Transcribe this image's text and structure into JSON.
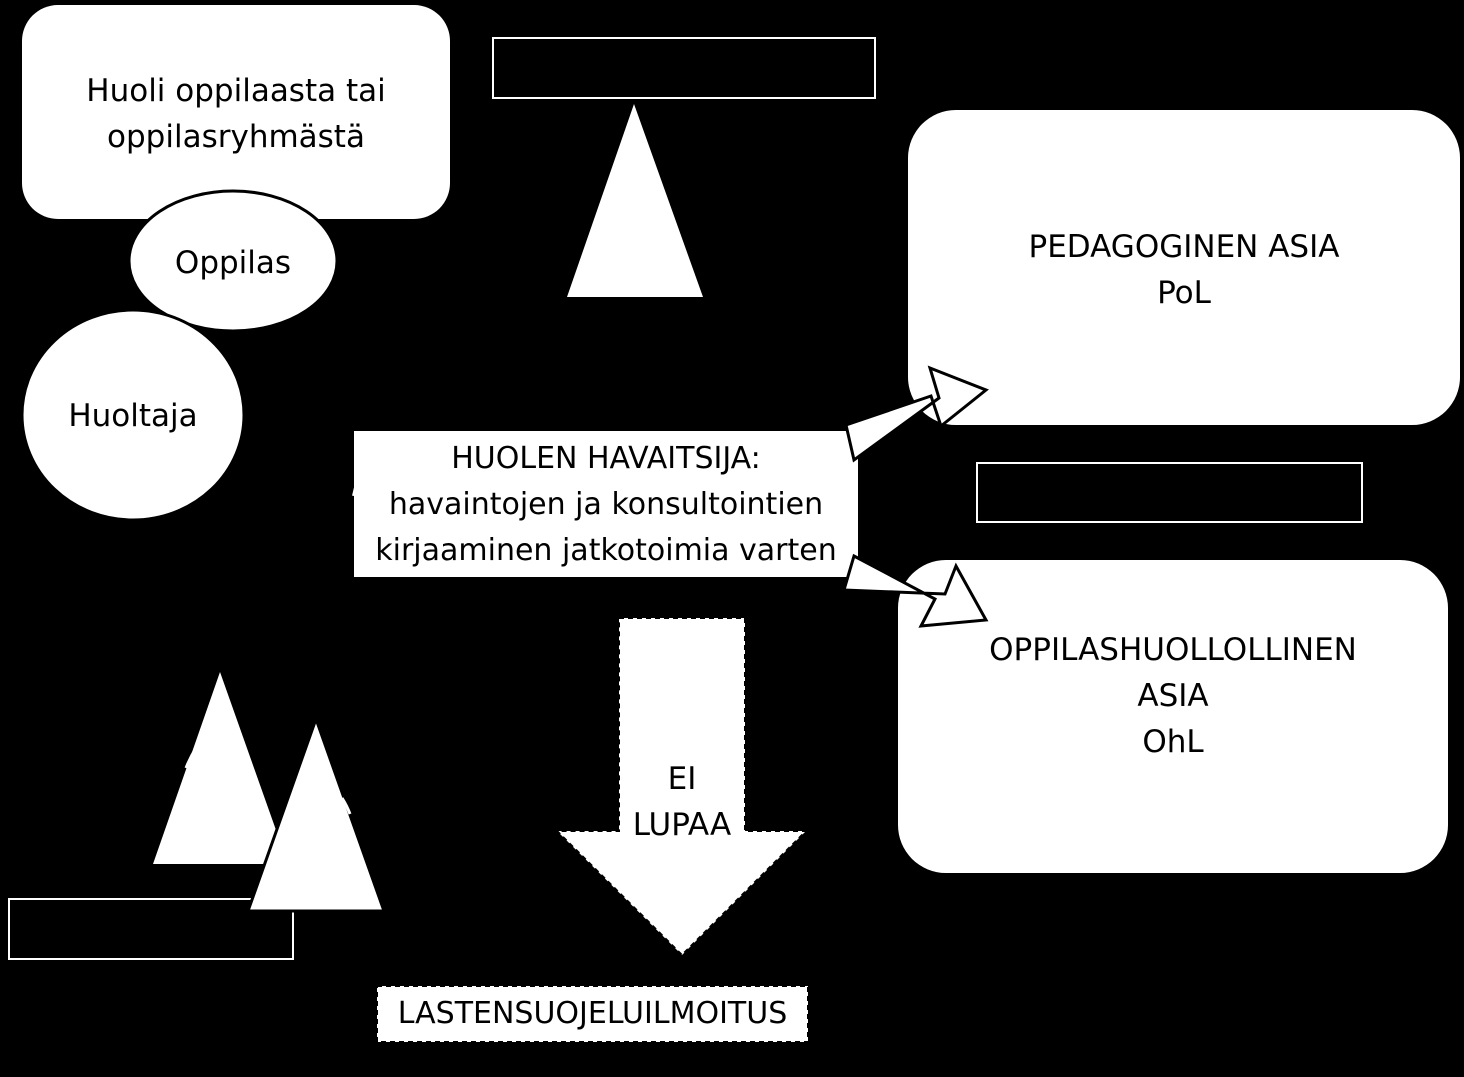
{
  "colors": {
    "background": "#000000",
    "shape_fill": "#ffffff",
    "text": "#000000"
  },
  "nodes": {
    "concern": {
      "lines": [
        "Huoli oppilaasta tai",
        "oppilasryhmästä"
      ]
    },
    "pupil": {
      "label": "Oppilas"
    },
    "guardian": {
      "label": "Huoltaja"
    },
    "observer": {
      "lines": [
        "HUOLEN HAVAITSIJA:",
        "havaintojen ja konsultointien",
        "kirjaaminen jatkotoimia varten"
      ]
    },
    "pedagogical": {
      "lines": [
        "PEDAGOGINEN ASIA",
        "PoL"
      ]
    },
    "welfare": {
      "lines": [
        "OPPILASHUOLLOLLINEN",
        "ASIA",
        "OhL"
      ]
    },
    "no_permission": {
      "lines": [
        "EI",
        "LUPAA"
      ]
    },
    "child_protection": {
      "label": "LASTENSUOJELUILMOITUS"
    }
  }
}
